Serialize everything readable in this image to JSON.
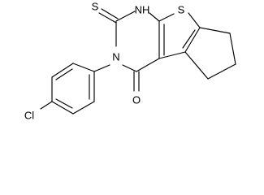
{
  "molecule": {
    "atoms": {
      "s_thione": "S",
      "n_top": "NH",
      "n_bottom": "N",
      "s_ring": "S",
      "o_carbonyl": "O",
      "cl": "Cl"
    }
  },
  "colors": {
    "bond": "#000000",
    "label": "#000000",
    "background": "#ffffff"
  }
}
